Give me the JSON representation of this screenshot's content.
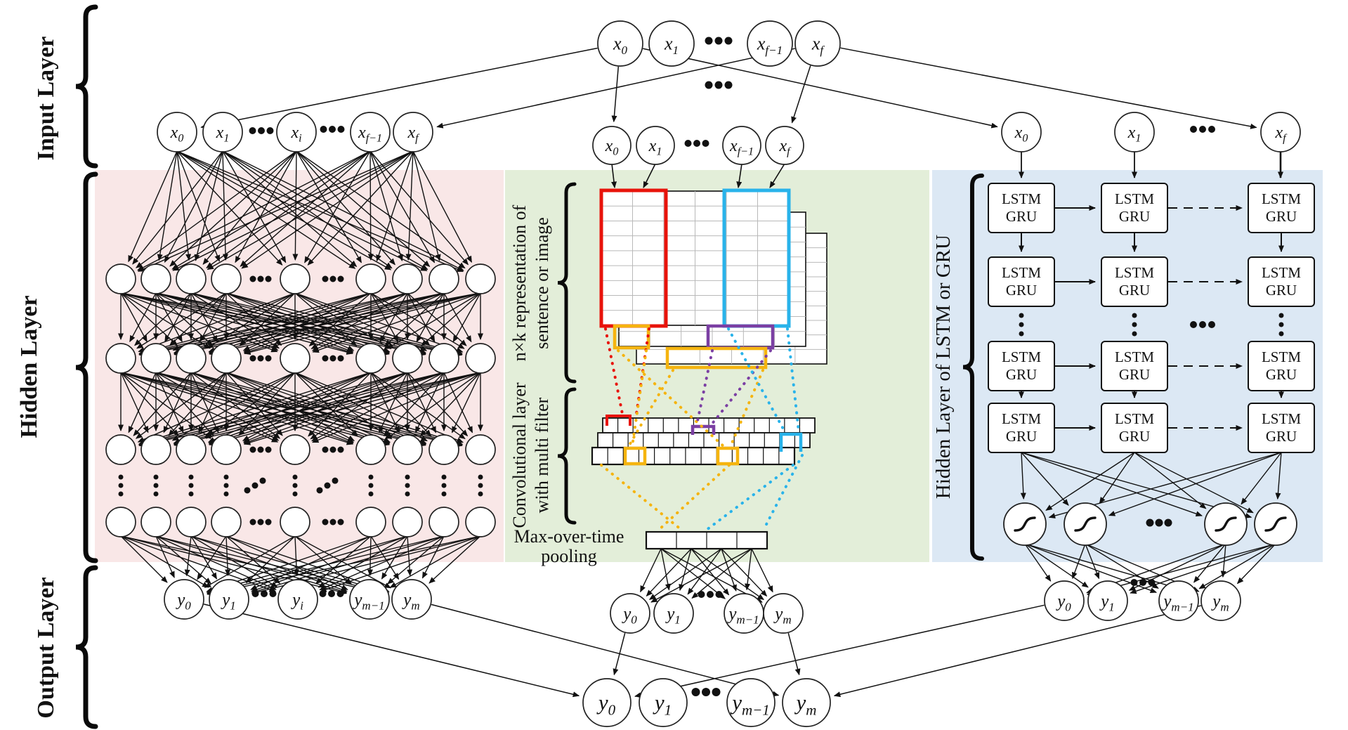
{
  "figure": {
    "description": "Neural network architecture diagram: shared Input Layer feeding three hidden-layer variants (fully-connected MLP, CNN with convolution and pooling, and LSTM/GRU recurrent network) merging into a shared Output Layer"
  },
  "side_labels": {
    "input": "Input Layer",
    "hidden": "Hidden Layer",
    "output": "Output Layer"
  },
  "cnn": {
    "nxk_label_line1": "n×k representation of",
    "nxk_label_line2": "sentence or image",
    "conv_label_line1": "Convolutional layer",
    "conv_label_line2": "with multi filter",
    "pool_label_line1": "Max-over-time",
    "pool_label_line2": "pooling"
  },
  "rnn": {
    "hidden_label": "Hidden Layer of LSTM or GRU",
    "cell_line1": "LSTM",
    "cell_line2": "GRU"
  },
  "nodes": {
    "top_inputs": [
      {
        "b": "x",
        "s": "0"
      },
      {
        "b": "x",
        "s": "1"
      },
      {
        "b": "x",
        "s": "f−1"
      },
      {
        "b": "x",
        "s": "f"
      }
    ],
    "left_inputs": [
      {
        "b": "x",
        "s": "0"
      },
      {
        "b": "x",
        "s": "1"
      },
      {
        "b": "x",
        "s": "i"
      },
      {
        "b": "x",
        "s": "f−1"
      },
      {
        "b": "x",
        "s": "f"
      }
    ],
    "mid_inputs": [
      {
        "b": "x",
        "s": "0"
      },
      {
        "b": "x",
        "s": "1"
      },
      {
        "b": "x",
        "s": "f−1"
      },
      {
        "b": "x",
        "s": "f"
      }
    ],
    "right_inputs": [
      {
        "b": "x",
        "s": "0"
      },
      {
        "b": "x",
        "s": "1"
      },
      {
        "b": "x",
        "s": "f"
      }
    ],
    "left_outputs": [
      {
        "b": "y",
        "s": "0"
      },
      {
        "b": "y",
        "s": "1"
      },
      {
        "b": "y",
        "s": "i"
      },
      {
        "b": "y",
        "s": "m−1"
      },
      {
        "b": "y",
        "s": "m"
      }
    ],
    "mid_outputs": [
      {
        "b": "y",
        "s": "0"
      },
      {
        "b": "y",
        "s": "1"
      },
      {
        "b": "y",
        "s": "m−1"
      },
      {
        "b": "y",
        "s": "m"
      }
    ],
    "right_outputs": [
      {
        "b": "y",
        "s": "0"
      },
      {
        "b": "y",
        "s": "1"
      },
      {
        "b": "y",
        "s": "m−1"
      },
      {
        "b": "y",
        "s": "m"
      }
    ],
    "final_outputs": [
      {
        "b": "y",
        "s": "0"
      },
      {
        "b": "y",
        "s": "1"
      },
      {
        "b": "y",
        "s": "m−1"
      },
      {
        "b": "y",
        "s": "m"
      }
    ]
  },
  "colors": {
    "mlp_bg": "#f9e7e7",
    "cnn_bg": "#e3eed9",
    "rnn_bg": "#dce8f4",
    "red": "#e8130b",
    "orange": "#f5b40f",
    "cyan": "#29b3ea",
    "purple": "#7b3fa3",
    "line": "#1c1c1c"
  }
}
